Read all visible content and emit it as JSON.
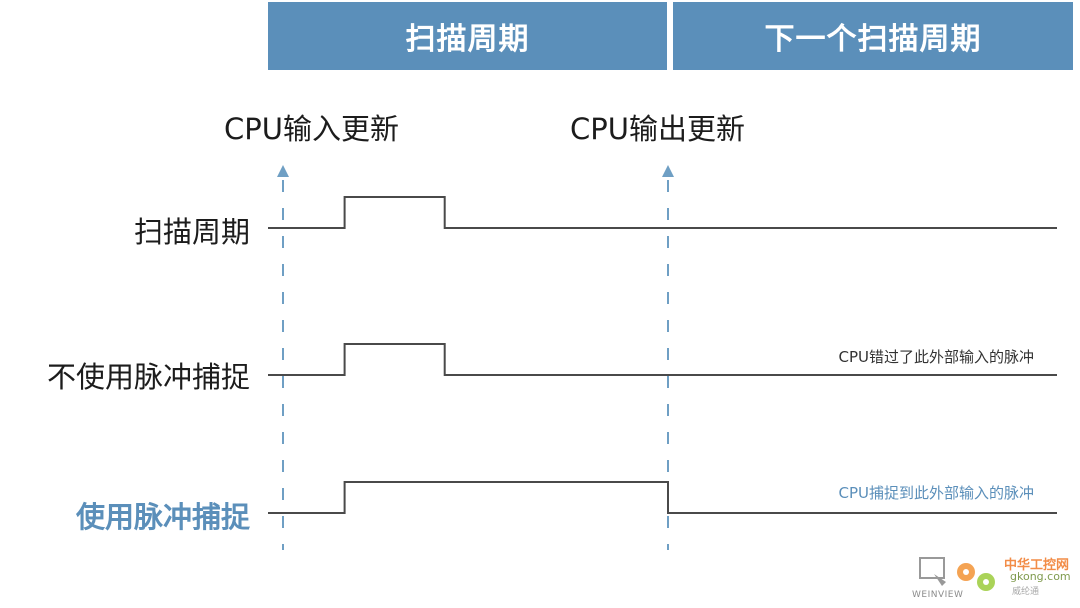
{
  "header": {
    "current_cycle": "扫描周期",
    "next_cycle": "下一个扫描周期",
    "color": "#5b8fba"
  },
  "events": {
    "input_update": "CPU输入更新",
    "output_update": "CPU输出更新",
    "marker_color": "#6f9fc4"
  },
  "rows": [
    {
      "label": "扫描周期",
      "note": "",
      "highlight": false,
      "pulse_start": 0.16,
      "pulse_end": 0.42
    },
    {
      "label": "不使用脉冲捕捉",
      "note": "CPU错过了此外部输入的脉冲",
      "highlight": false,
      "pulse_start": 0.16,
      "pulse_end": 0.42
    },
    {
      "label": "使用脉冲捕捉",
      "note": "CPU捕捉到此外部输入的脉冲",
      "highlight": true,
      "pulse_start": 0.16,
      "pulse_end": 1.0
    }
  ],
  "timeline_note": "pulse_start/pulse_end as fraction of interval between input update (0) and output update (1)",
  "watermark": {
    "brand": "WEINVIEW",
    "site_cn": "中华工控网",
    "site_url": "gkong.com",
    "site_sub": "威纶通"
  }
}
